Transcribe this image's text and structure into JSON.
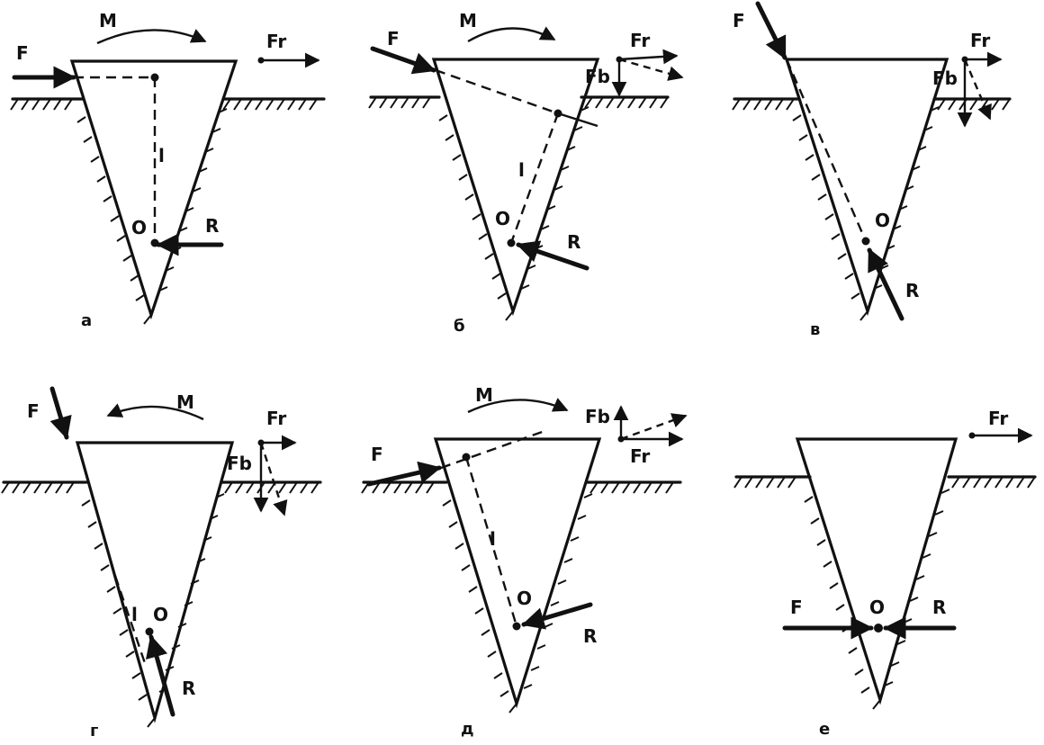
{
  "panels": [
    {
      "caption": "a",
      "labels": {
        "F": "F",
        "M": "M",
        "Fr": "Fr",
        "O": "O",
        "l": "l",
        "R": "R"
      }
    },
    {
      "caption": "б",
      "labels": {
        "F": "F",
        "M": "M",
        "Fr": "Fr",
        "Fb": "Fb",
        "O": "O",
        "l": "l",
        "R": "R"
      }
    },
    {
      "caption": "в",
      "labels": {
        "F": "F",
        "Fr": "Fr",
        "Fb": "Fb",
        "O": "O",
        "R": "R"
      }
    },
    {
      "caption": "г",
      "labels": {
        "F": "F",
        "M": "M",
        "Fr": "Fr",
        "Fb": "Fb",
        "O": "O",
        "l": "l",
        "R": "R"
      }
    },
    {
      "caption": "д",
      "labels": {
        "F": "F",
        "M": "M",
        "Fr": "Fr",
        "Fb": "Fb",
        "O": "O",
        "l": "l",
        "R": "R"
      }
    },
    {
      "caption": "е",
      "labels": {
        "F": "F",
        "Fr": "Fr",
        "O": "O",
        "R": "R"
      }
    }
  ]
}
